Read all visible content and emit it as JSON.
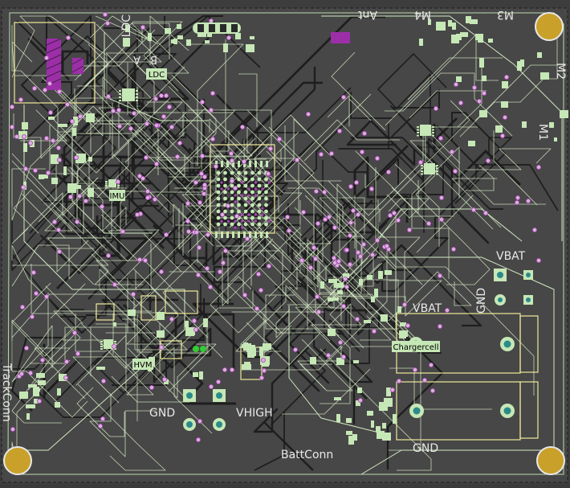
{
  "colors": {
    "background": "#3d3d3d",
    "board": "#454545",
    "trace_light": "#d9f0c8",
    "trace_dark": "#1e1e1e",
    "silkscreen": "#f2f2a0",
    "copper_pad": "#c6e7b6",
    "via": "#d6b4d6",
    "via_ring": "#b040c0",
    "mounting_hole": "#c9a02a",
    "text": "#e8e8e8",
    "label_box": "#c6e7b6",
    "label_text": "#000000",
    "highlight": "#33cc33"
  },
  "labels": {
    "ldc_top": "LDC",
    "ldc_box": "LDC",
    "b": "B",
    "a": "A",
    "ant": "Ant",
    "m4": "M4",
    "m3": "M3",
    "m2": "M2",
    "m1": "M1",
    "imu": "IMU",
    "vbat_right": "VBAT",
    "gnd_right": "GND",
    "vbat_mid": "VBAT",
    "chargercell": "Chargercell",
    "gnd_bottom": "GND",
    "hvm": "HVM",
    "gnd_left": "GND",
    "vhigh": "VHIGH",
    "trackconn": "TrackConn",
    "battconn": "BattConn"
  }
}
